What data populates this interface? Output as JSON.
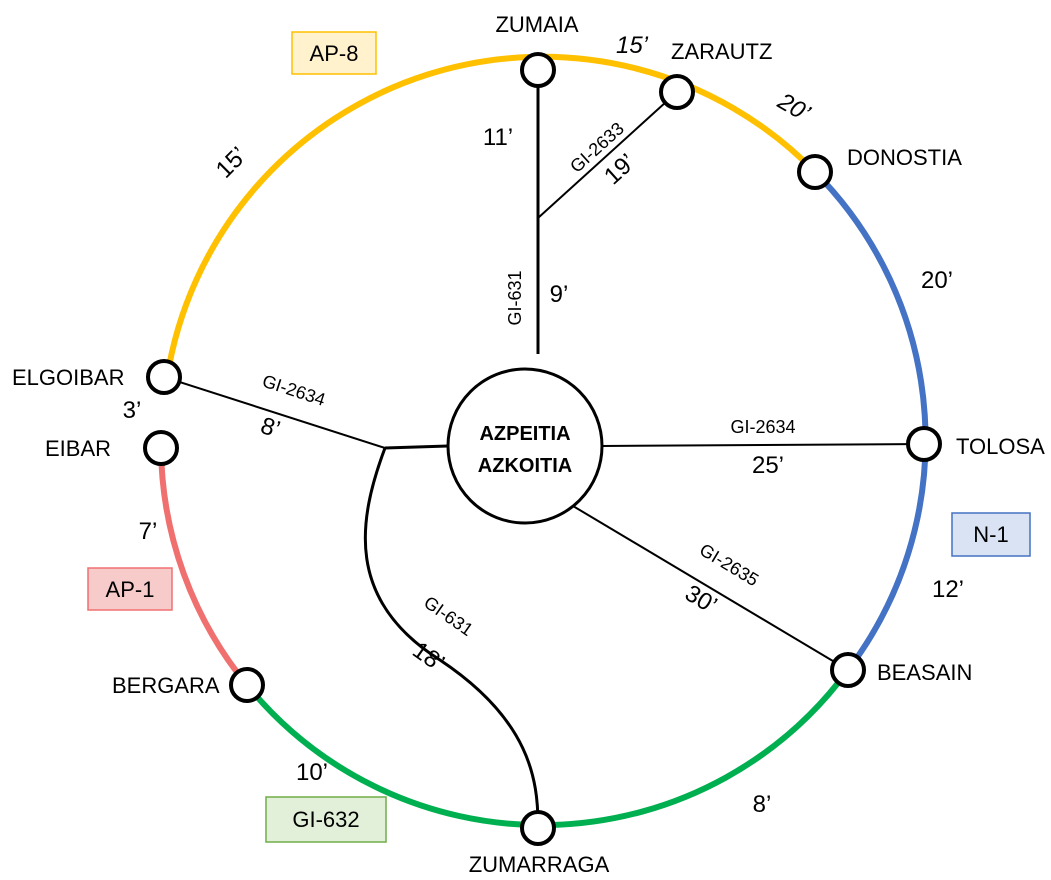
{
  "center": {
    "line1": "AZPEITIA",
    "line2": "AZKOITIA"
  },
  "cities": {
    "zumaia": "ZUMAIA",
    "zarautz": "ZARAUTZ",
    "donostia": "DONOSTIA",
    "tolosa": "TOLOSA",
    "beasain": "BEASAIN",
    "zumarraga": "ZUMARRAGA",
    "bergara": "BERGARA",
    "eibar": "EIBAR",
    "elgoibar": "ELGOIBAR"
  },
  "highways": {
    "ap8": {
      "label": "AP-8",
      "line_color": "#FFC000",
      "fill": "#FFF2CC",
      "border": "#FFC000"
    },
    "n1": {
      "label": "N-1",
      "line_color": "#4472C4",
      "fill": "#DAE3F3",
      "border": "#4472C4"
    },
    "gi632": {
      "label": "GI-632",
      "line_color": "#00B050",
      "fill": "#E2F0D9",
      "border": "#70AD47"
    },
    "ap1": {
      "label": "AP-1",
      "line_color": "#F07070",
      "fill": "#F8CBCB",
      "border": "#F07070"
    }
  },
  "ring_times": {
    "elgoibar_zumaia": "15’",
    "zumaia_zarautz": "15’",
    "zarautz_donostia": "20’",
    "donostia_tolosa": "20’",
    "tolosa_beasain": "12’",
    "beasain_zumarraga": "8’",
    "zumarraga_bergara": "10’",
    "bergara_eibar": "7’",
    "eibar_elgoibar": "3’"
  },
  "spokes": {
    "zumaia_upper": {
      "time": "11’"
    },
    "zarautz_link": {
      "road": "GI-2633",
      "time": "19’"
    },
    "north_trunk": {
      "road": "GI-631",
      "time": "9’"
    },
    "elgoibar_link": {
      "road": "GI-2634",
      "time": "8’"
    },
    "tolosa_link": {
      "road": "GI-2634",
      "time": "25’"
    },
    "beasain_link": {
      "road": "GI-2635",
      "time": "30’"
    },
    "zumarraga_link": {
      "road": "GI-631",
      "time": "18’"
    }
  }
}
